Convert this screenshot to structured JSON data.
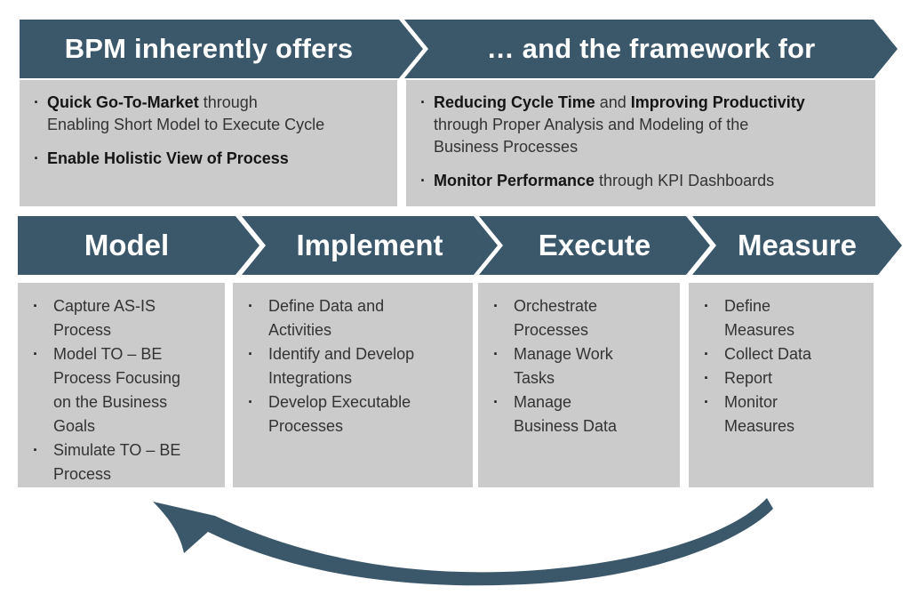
{
  "diagram_title": "BPM process framework diagram",
  "colors": {
    "banner": "#3b586b",
    "box": "#cbcbcb",
    "banner_text": "#ffffff",
    "body_text": "#333333",
    "background": "#ffffff"
  },
  "top_row": [
    {
      "title": "BPM inherently offers",
      "bullets": [
        [
          {
            "t": "Quick Go-To-Market",
            "b": true
          },
          {
            "t": " through\nEnabling Short Model to Execute Cycle",
            "b": false
          }
        ],
        [
          {
            "t": "Enable Holistic View of Process",
            "b": true
          }
        ]
      ]
    },
    {
      "title": "… and the framework for",
      "bullets": [
        [
          {
            "t": "Reducing Cycle Time",
            "b": true
          },
          {
            "t": " and ",
            "b": false
          },
          {
            "t": "Improving Productivity",
            "b": true
          },
          {
            "t": "\nthrough Proper Analysis and Modeling of the\nBusiness Processes",
            "b": false
          }
        ],
        [
          {
            "t": "Monitor Performance",
            "b": true
          },
          {
            "t": " through KPI Dashboards",
            "b": false
          }
        ]
      ]
    }
  ],
  "phases": [
    {
      "title": "Model",
      "bullets": [
        [
          {
            "t": "Capture AS-IS\nProcess",
            "b": false
          }
        ],
        [
          {
            "t": "Model TO – BE\nProcess Focusing\non the Business\nGoals",
            "b": false
          }
        ],
        [
          {
            "t": "Simulate TO – BE\nProcess",
            "b": false
          }
        ]
      ]
    },
    {
      "title": "Implement",
      "bullets": [
        [
          {
            "t": "Define Data and\nActivities",
            "b": false
          }
        ],
        [
          {
            "t": "Identify and Develop\nIntegrations",
            "b": false
          }
        ],
        [
          {
            "t": "Develop Executable\nProcesses",
            "b": false
          }
        ]
      ]
    },
    {
      "title": "Execute",
      "bullets": [
        [
          {
            "t": "Orchestrate\nProcesses",
            "b": false
          }
        ],
        [
          {
            "t": "Manage Work\nTasks",
            "b": false
          }
        ],
        [
          {
            "t": "Manage\nBusiness Data",
            "b": false
          }
        ]
      ]
    },
    {
      "title": "Measure",
      "bullets": [
        [
          {
            "t": "Define\nMeasures",
            "b": false
          }
        ],
        [
          {
            "t": "Collect Data",
            "b": false
          }
        ],
        [
          {
            "t": "Report",
            "b": false
          }
        ],
        [
          {
            "t": "Monitor\nMeasures",
            "b": false
          }
        ]
      ]
    }
  ],
  "feedback_arrow": {
    "meaning": "loop from Measure back to Model",
    "color": "#3b586b"
  }
}
